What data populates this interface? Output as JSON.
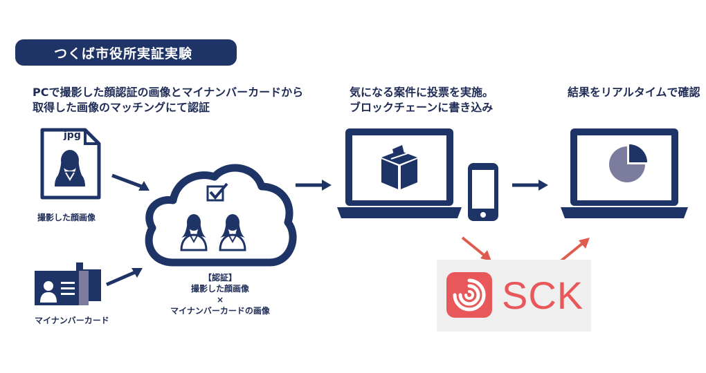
{
  "header": {
    "title": "つくば市役所実証実験"
  },
  "step1": {
    "caption_line1": "PCで撮影した顔認証の画像とマイナンバーカードから",
    "caption_line2": "取得した画像のマッチングにて認証",
    "file_label": "jpg",
    "photo_label": "撮影した顔画像",
    "card_label": "マイナンバーカード"
  },
  "cloud": {
    "line1": "【認証】",
    "line2": "撮影した顔画像",
    "line3": "×",
    "line4": "マイナンバーカードの画像"
  },
  "step2": {
    "caption_line1": "気になる案件に投票を実施。",
    "caption_line2": "ブロックチェーンに書き込み"
  },
  "step3": {
    "caption": "結果をリアルタイムで確認"
  },
  "logo": {
    "text": "SCK"
  },
  "colors": {
    "navy": "#1e3466",
    "red_arrow": "#e05a4e",
    "logo_red": "#e8575a",
    "logo_bg": "#efefef",
    "pie_light": "#7c7c9e"
  }
}
